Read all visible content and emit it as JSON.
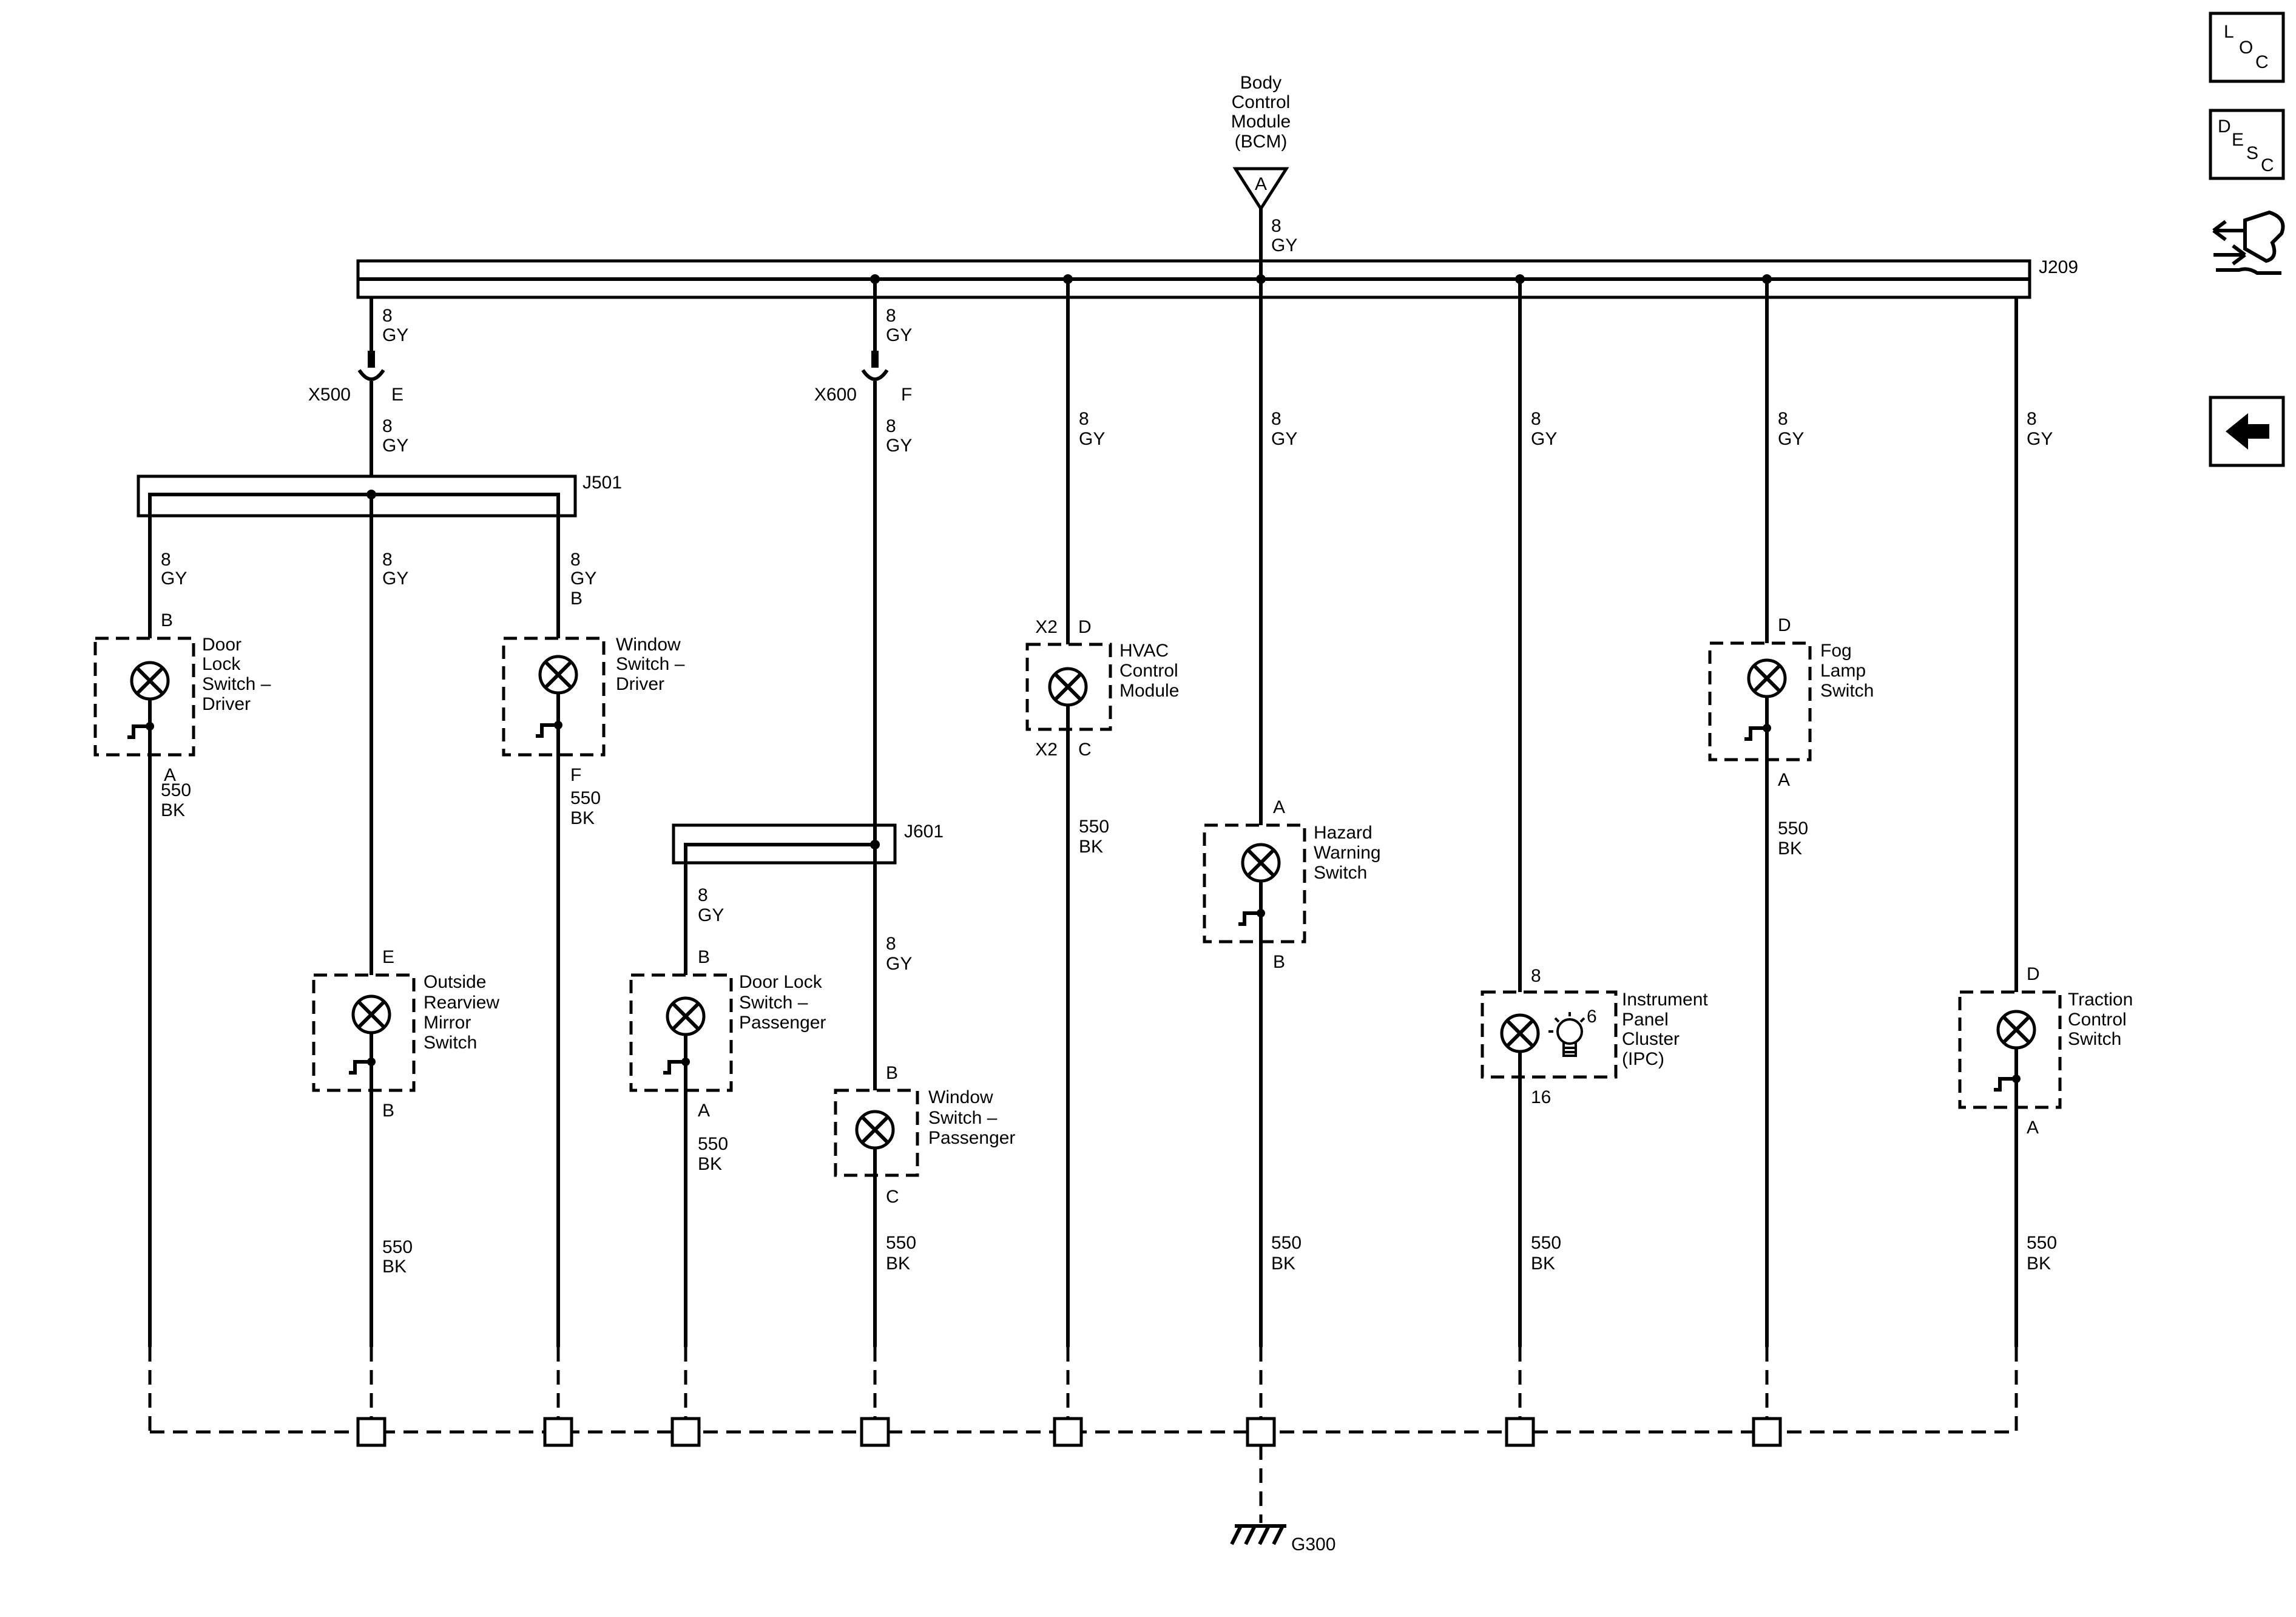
{
  "bcm": {
    "name_lines": [
      "Body",
      "Control",
      "Module",
      "(BCM)"
    ],
    "pin": "A",
    "wire_size": "8",
    "wire_color": "GY"
  },
  "splices": {
    "main": "J209",
    "driver": "J501",
    "passenger": "J601"
  },
  "connectors": {
    "x500": {
      "name": "X500",
      "pin": "E"
    },
    "x600": {
      "name": "X600",
      "pin": "F"
    }
  },
  "wires": {
    "supply_size": "8",
    "supply_color": "GY",
    "ground_size": "550",
    "ground_color": "BK"
  },
  "components": [
    {
      "id": "door_lock_driver",
      "name_lines": [
        "Door",
        "Lock",
        "Switch –",
        "Driver"
      ],
      "pin_top": "B",
      "pin_bottom": "A"
    },
    {
      "id": "mirror",
      "name_lines": [
        "Outside",
        "Rearview",
        "Mirror",
        "Switch"
      ],
      "pin_top": "E",
      "pin_bottom": "B"
    },
    {
      "id": "window_driver",
      "name_lines": [
        "Window",
        "Switch –",
        "Driver"
      ],
      "pin_top": "B",
      "pin_bottom": "F"
    },
    {
      "id": "door_lock_passenger",
      "name_lines": [
        "Door Lock",
        "Switch –",
        "Passenger"
      ],
      "pin_top": "B",
      "pin_bottom": "A"
    },
    {
      "id": "window_passenger",
      "name_lines": [
        "Window",
        "Switch –",
        "Passenger"
      ],
      "pin_top": "B",
      "pin_bottom": "C"
    },
    {
      "id": "hvac",
      "name_lines": [
        "HVAC",
        "Control",
        "Module"
      ],
      "conn": "X2",
      "pin_top": "D",
      "pin_bottom": "C"
    },
    {
      "id": "hazard",
      "name_lines": [
        "Hazard",
        "Warning",
        "Switch"
      ],
      "pin_top": "A",
      "pin_bottom": "B"
    },
    {
      "id": "ipc",
      "name_lines": [
        "Instrument",
        "Panel",
        "Cluster",
        "(IPC)"
      ],
      "pin_top": "8",
      "pin_bottom": "16",
      "pin_aux": "6"
    },
    {
      "id": "fog",
      "name_lines": [
        "Fog",
        "Lamp",
        "Switch"
      ],
      "pin_top": "D",
      "pin_bottom": "A"
    },
    {
      "id": "traction",
      "name_lines": [
        "Traction",
        "Control",
        "Switch"
      ],
      "pin_top": "D",
      "pin_bottom": "A"
    }
  ],
  "ground": {
    "name": "G300"
  },
  "nav": {
    "loc": [
      "L",
      "O",
      "C"
    ],
    "desc": [
      "D",
      "E",
      "S",
      "C"
    ],
    "connector_icon": "connector-wrench-icon",
    "back_icon": "back-arrow-icon"
  }
}
